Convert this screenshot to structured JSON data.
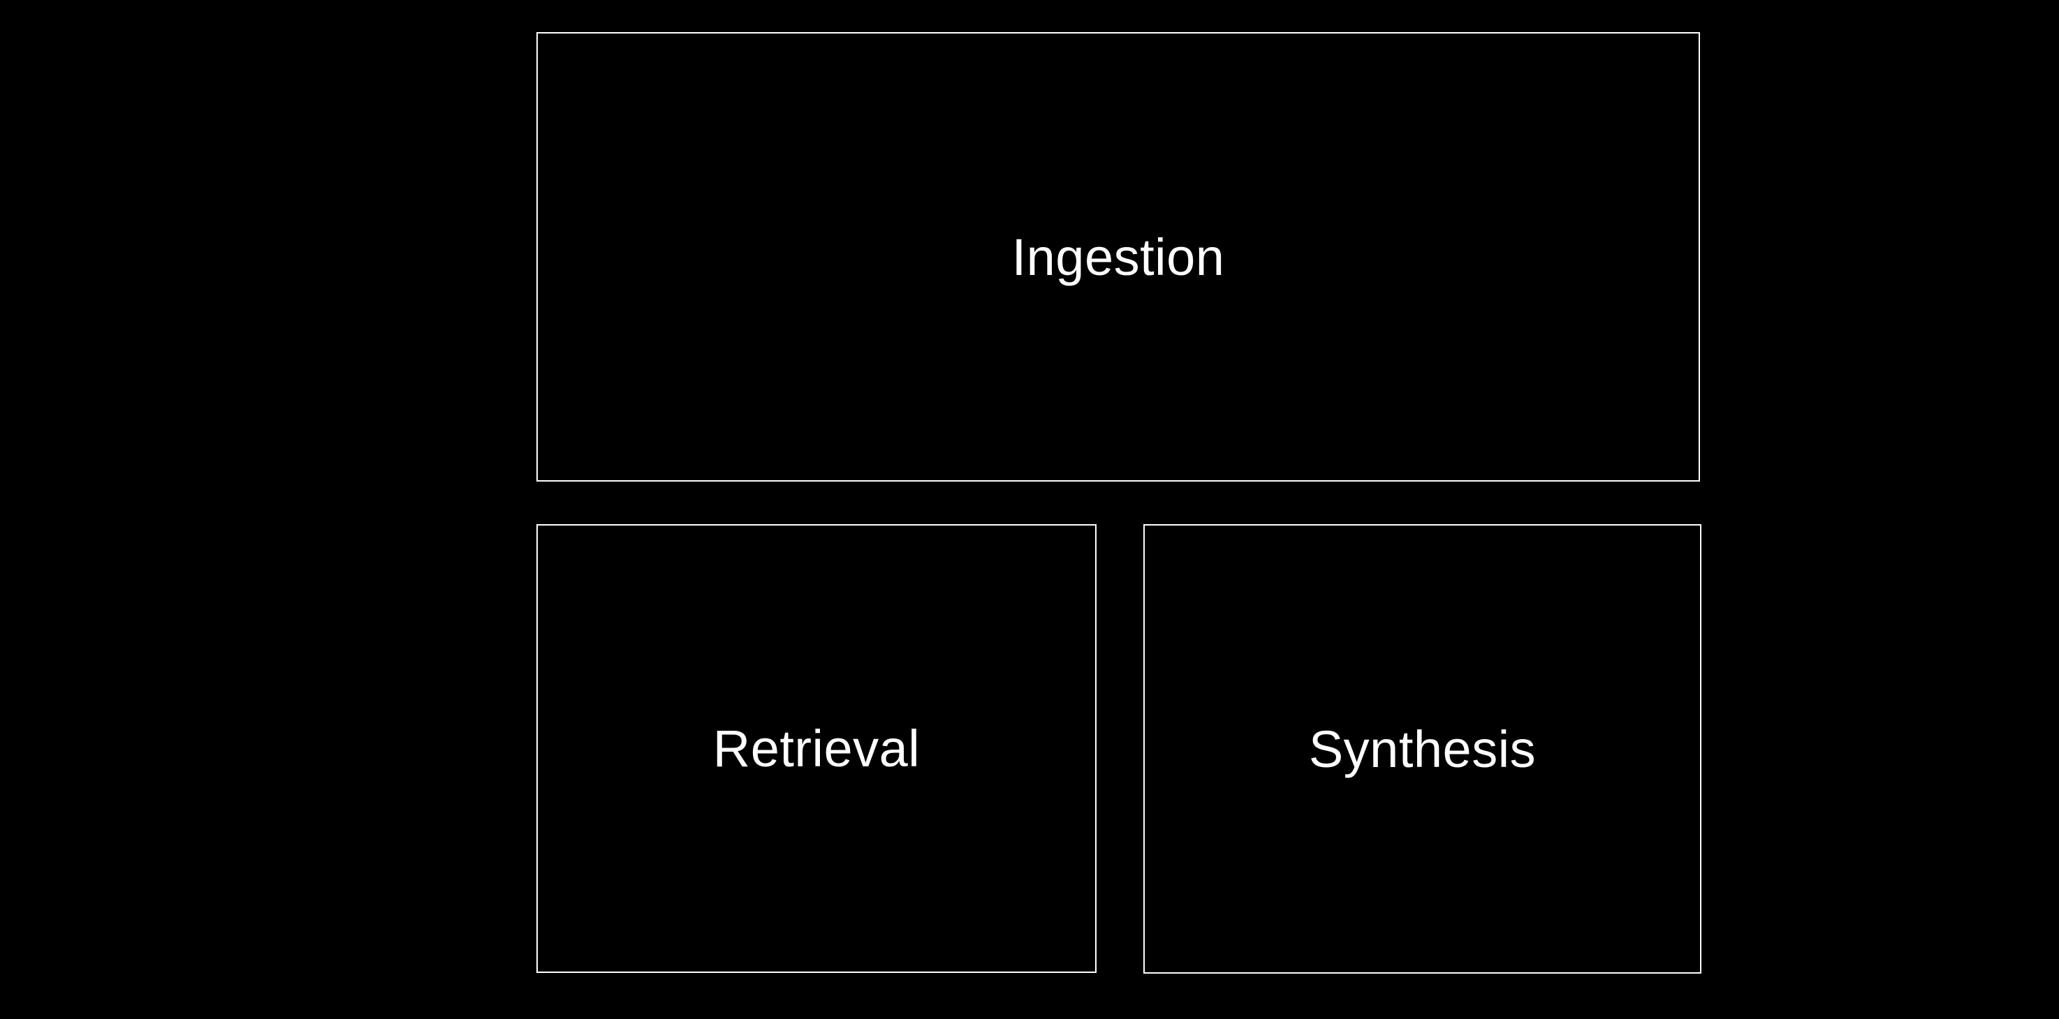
{
  "colors": {
    "background": "#000000",
    "box_border": "#ffffff",
    "label_text": "#ffffff"
  },
  "diagram": {
    "boxes": [
      {
        "id": "ingestion",
        "label": "Ingestion"
      },
      {
        "id": "retrieval",
        "label": "Retrieval"
      },
      {
        "id": "synthesis",
        "label": "Synthesis"
      }
    ]
  }
}
